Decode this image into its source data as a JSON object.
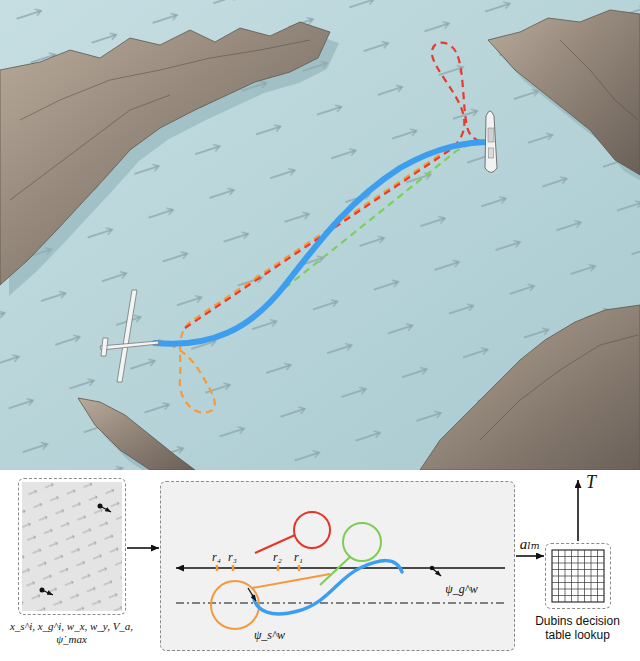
{
  "diagram": {
    "nodes": [
      {
        "text": [
          "x_s^i, x_g^i, w_x, w_y, V_a, ψ̇_max"
        ]
      },
      {
        "text": [
          "r₄",
          "r₃",
          "r₂",
          "r₁",
          "ψ_g^w",
          "ψ_s^w"
        ]
      },
      {
        "text": [
          "Dubins decision table lookup"
        ]
      }
    ],
    "edges": [
      {
        "from": 0,
        "to": 1,
        "arrow": "to"
      },
      {
        "from": 1,
        "to": 2,
        "label": "aₗₘ",
        "arrow": "to"
      }
    ],
    "labels": [
      "T"
    ]
  }
}
